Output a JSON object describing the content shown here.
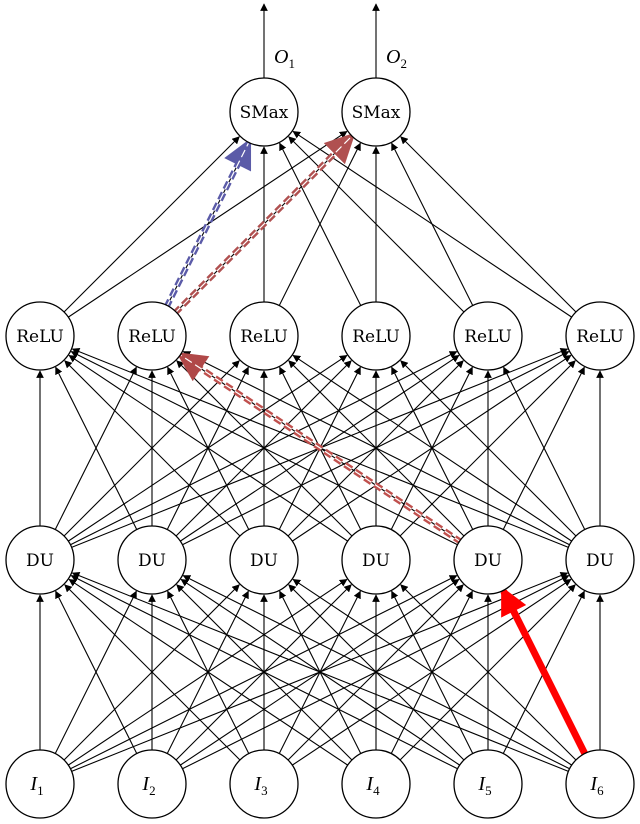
{
  "layers": {
    "output": [
      "SMax",
      "SMax"
    ],
    "relu": [
      "ReLU",
      "ReLU",
      "ReLU",
      "ReLU",
      "ReLU",
      "ReLU"
    ],
    "du": [
      "DU",
      "DU",
      "DU",
      "DU",
      "DU",
      "DU"
    ],
    "input": [
      {
        "base": "I",
        "sub": "1"
      },
      {
        "base": "I",
        "sub": "2"
      },
      {
        "base": "I",
        "sub": "3"
      },
      {
        "base": "I",
        "sub": "4"
      },
      {
        "base": "I",
        "sub": "5"
      },
      {
        "base": "I",
        "sub": "6"
      }
    ]
  },
  "outputs": [
    {
      "base": "O",
      "sub": "1"
    },
    {
      "base": "O",
      "sub": "2"
    }
  ],
  "connectivity": {
    "input_to_du": "full",
    "du_to_relu": "full",
    "relu_to_output": "full",
    "output_to_out": "one-to-one"
  },
  "highlighted_paths": [
    {
      "from_layer": "input",
      "from_index": 5,
      "to_layer": "du",
      "to_index": 4,
      "color": "#ff0000",
      "style": "solid-thick"
    },
    {
      "from_layer": "du",
      "from_index": 4,
      "to_layer": "relu",
      "to_index": 1,
      "color": "#c0504d",
      "style": "dashed-double"
    },
    {
      "from_layer": "relu",
      "from_index": 1,
      "to_layer": "output",
      "to_index": 0,
      "color": "#5b5ba8",
      "style": "dashed-double"
    },
    {
      "from_layer": "relu",
      "from_index": 1,
      "to_layer": "output",
      "to_index": 1,
      "color": "#b05050",
      "style": "dashed-double"
    }
  ]
}
